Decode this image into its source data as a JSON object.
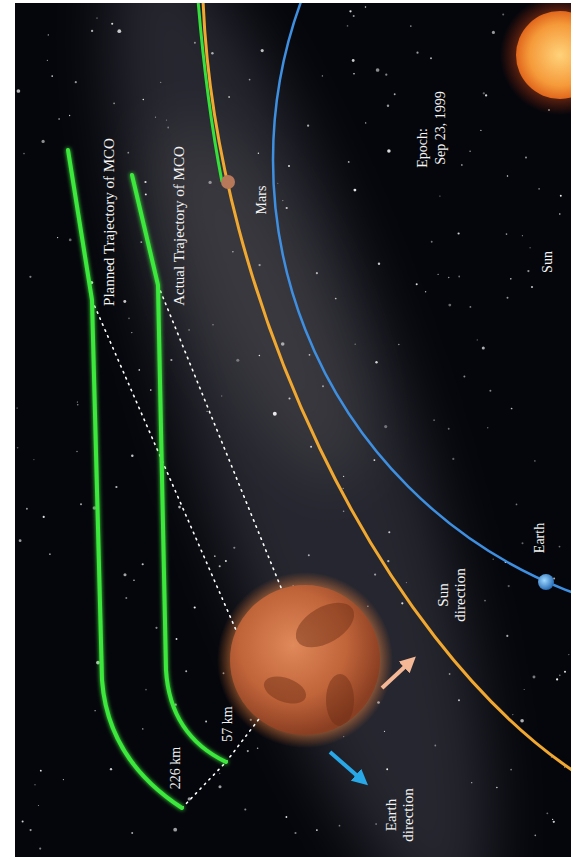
{
  "diagram": {
    "labels": [
      "Planned Trajectory of MCO",
      "Actual Trajectory of MCO",
      "Mars",
      "Epoch:",
      "Sep 23, 1999",
      "Sun",
      "Earth",
      "226 km",
      "57 km",
      "Sun direction",
      "Earth direction"
    ]
  }
}
